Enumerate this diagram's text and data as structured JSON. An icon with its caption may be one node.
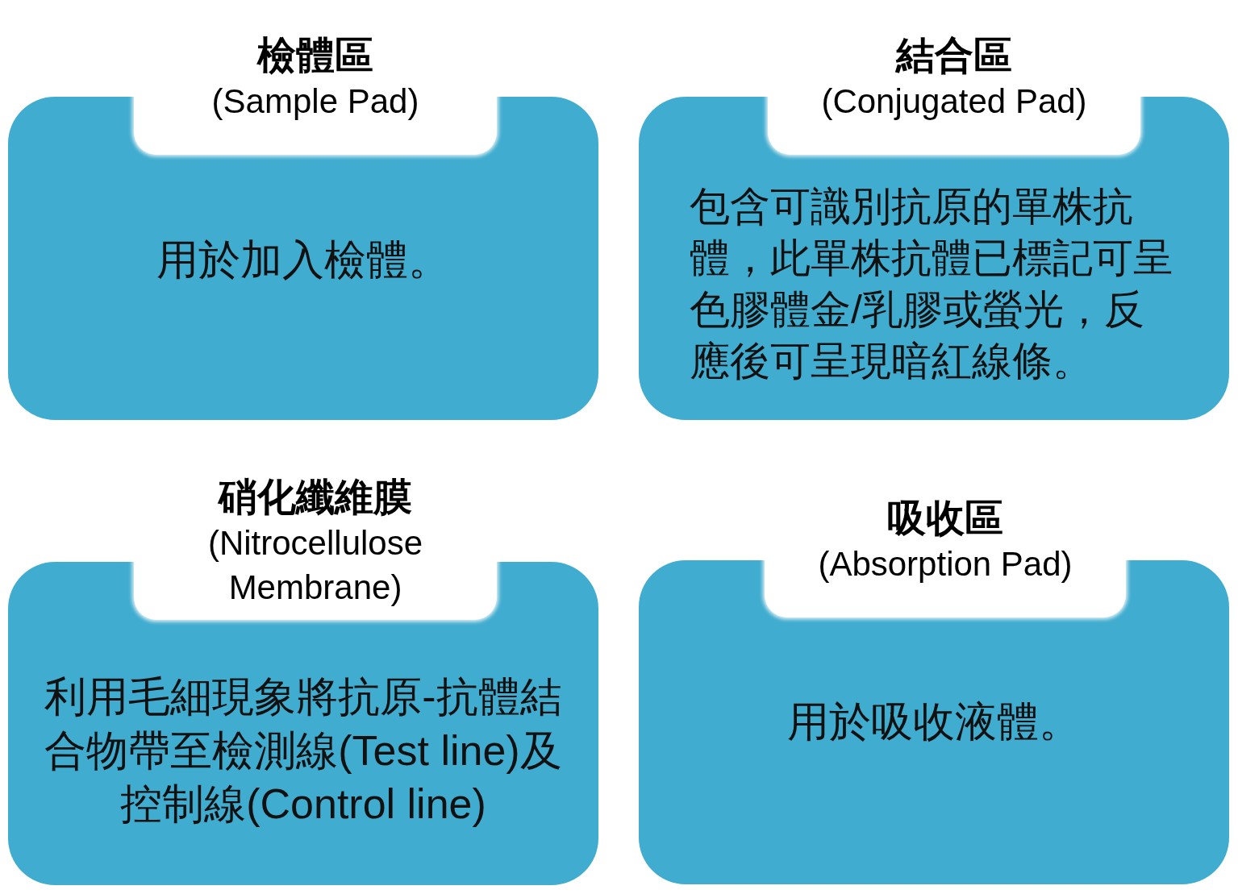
{
  "diagram": {
    "nodes": [
      {
        "text": [
          "檢體區",
          "(Sample Pad)",
          "用於加入檢體。"
        ]
      },
      {
        "text": [
          "結合區",
          "(Conjugated Pad)",
          "包含可識別抗原的單株抗體，此單株抗體已標記可呈色膠體金/乳膠或螢光，反應後可呈現暗紅線條。"
        ]
      },
      {
        "text": [
          "硝化纖維膜",
          "(Nitrocellulose Membrane)",
          "利用毛細現象將抗原-抗體結合物帶至檢測線(Test line)及控制線(Control line)"
        ]
      },
      {
        "text": [
          "吸收區",
          "(Absorption Pad)",
          "用於吸收液體。"
        ]
      }
    ]
  }
}
